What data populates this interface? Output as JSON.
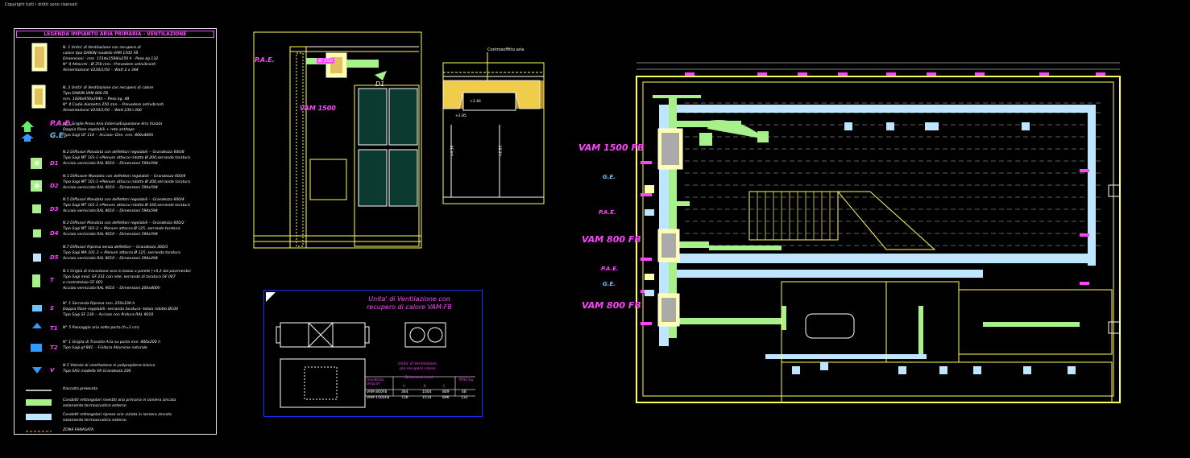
{
  "copyright": "Copyright tutti i diritti sono riservati",
  "legend": {
    "title": "LEGENDA IMPIANTO ARIA PRIMARIA - VENTILAZIONE",
    "items": [
      {
        "code": "",
        "lines": [
          "N. 1 Unita' di Ventilazione con recupero di",
          "calore tipo DAIKIN modello VAM 1500 FB",
          "Dimensioni : mm. 1514x1588/x250 h - Peso kg 132",
          "N° 4 Attacchi : Ø 350 mm.--Prevedere antivibranti",
          "Alimentazione V230/1/50 -- Watt 2 x 344"
        ]
      },
      {
        "code": "",
        "lines": [
          "N. 2 Unita' di Ventilazione con recupero di calore",
          "Tipo DAIKIN VAM 800 FB",
          "mm. 1004x950x364h -- Peso kg. 48",
          "N° 4 Cadie diametro 250 mm.-- Prevedere antivibranti",
          "Alimentazione V230/1/50 -- Watt 230+300"
        ]
      },
      {
        "code": "P.A.E.",
        "code2": "G.E.",
        "lines": [
          "N. 3 Griglie Presa Aria Esterna/Espulsione Aria Viziata",
          "Doppia filare regolabili + rete antitopo",
          "Tipo Sagi GF 110 -- Acciaio--Dim. mm. 800x400h"
        ]
      },
      {
        "code": "D1",
        "lines": [
          "N.2 Diffusori Mandata con deflettori regolabili -- Grandezza 600/8",
          "Tipo Sagi MT 101-1+Plenum attacco ridotto Ø 200,serrande taratura",
          "Acciaio verniciato RAL 9010 -- Dimensioni 594x594"
        ]
      },
      {
        "code": "D2",
        "lines": [
          "N.1 Diffusore Mandata con deflettori regolabili -- Grandezza 600/8",
          "Tipo Sagi MT 101-1+Plenum attacco ridotto Ø 200,serrande taratura",
          "Acciaio verniciato RAL 9010 -- Dimensioni 594x594"
        ]
      },
      {
        "code": "D3",
        "lines": [
          "N.5 Diffusori Mandata con deflettori regolabili -- Grandezza 600/4",
          "Tipo Sagi MT 101-1+Plenum attacco ridotto Ø 160,serrande taratura",
          "Acciaio verniciato RAL 9010 -- Dimensioni 594x594"
        ]
      },
      {
        "code": "D4",
        "lines": [
          "N.2 Diffusori Mandata con deflettori regolabili -- Grandezza 600/2",
          "Tipo Sagi MT 101-2 + Plenum attacco Ø 125, serrande taratura",
          "Acciaio verniciato RAL 9010 -- Dimensioni 594x594"
        ]
      },
      {
        "code": "D5",
        "lines": [
          "N.7 Diffusori Ripresa senza deflettori -- Grandezza 300/3",
          "Tipo Sagi MA 101-3 + Plenum attacco Ø 125, serranda taratura",
          "Acciaio verniciato RAL 9010 -- Dimensioni 294x294"
        ]
      },
      {
        "code": "T",
        "lines": [
          "N.1 Griglia di transizione aria in basso a parete (+0,2 dal pavimento)",
          "Tipo Sagi mod. GF 231 con rete, serrando di taratura GF 007",
          "e controtelaio GF 001",
          "Acciaio verniciato RAL 9010 -- Dimensioni 200x400h"
        ]
      },
      {
        "code": "S",
        "lines": [
          "N° 1 Serranda Ripresa mm. 250x100 h",
          "Doppia filare regolabili--serranda taratura--telaio ridotto Ø100",
          "Tipo Sagi SF 130 -- Acciaio con finitura RAL 9010"
        ]
      },
      {
        "code": "T1",
        "lines": [
          "N° 5 Passaggio aria sotto porta (h=3 cm)"
        ]
      },
      {
        "code": "T2",
        "lines": [
          "N° 1 Griglia di Transito Aria su porta mm. 400x200 h",
          "Tipo Sagi gf 881 -- Finitura Alluminio naturale"
        ]
      },
      {
        "code": "V",
        "lines": [
          "N.5 Valvola di ventilazione in polipropilene bianco",
          "Tipo SAG modello VA Grandezza 100"
        ]
      },
      {
        "code": "",
        "lines": [
          "Raccolta prelevata"
        ]
      },
      {
        "code": "",
        "lines": [
          "Condotti rettangolari rivestiti aria primaria in lamiera zincata",
          "isolamento termoacustico esterno"
        ]
      },
      {
        "code": "",
        "lines": [
          "Condotti rettangolari ripresa aria viziata in lamiera zincata",
          "isolamento termoacustico esterno"
        ]
      },
      {
        "code": "",
        "lines": [
          "ZONA FANASATA"
        ]
      }
    ]
  },
  "section1": {
    "label_pae": "P.A.E.",
    "label_phi": "Ø 350",
    "label_vam": "VAM 1500",
    "label_d1": "D1"
  },
  "section2": {
    "label_top": "Controsoffitto aria",
    "label_h1": "+3.40",
    "label_h2": "+2.85",
    "label_h3": "+4.56",
    "label_h4": "+2.85"
  },
  "unit_box": {
    "title1": "Unita' di Ventilazione con",
    "title2": "recupero di calore VAM-FB",
    "table_title1": "Unita' di Ventilazione",
    "table_title2": "con recupero calore",
    "headers": [
      "Grandezza Unità m³",
      "A",
      "B",
      "C",
      "PESO kg."
    ],
    "subheaders": [
      "Dimensioni (mm)"
    ],
    "rows": [
      [
        "VAM 800FB",
        "364",
        "1004",
        "869",
        "48"
      ],
      [
        "VAM 1500FB",
        "726",
        "1514",
        "896",
        "132"
      ]
    ]
  },
  "plan": {
    "vam_labels": [
      "VAM 1500 FB",
      "VAM 800 FB",
      "VAM 800 FB"
    ],
    "pae_labels": [
      "P.A.E.",
      "P.A.E."
    ],
    "ge_labels": [
      "G.E.",
      "G.E."
    ]
  },
  "colors": {
    "magenta": "#ff44ff",
    "green_duct": "#a8f08a",
    "blue_duct": "#bfe6ff",
    "yellow": "#ffff55",
    "white": "#ffffff",
    "frame_blue": "#1a2fff"
  }
}
